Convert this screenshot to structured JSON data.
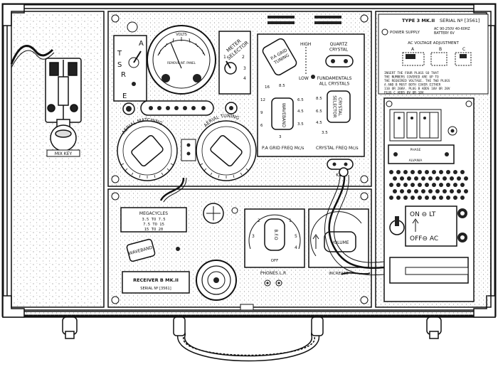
{
  "key_panel": {
    "plate": "MIX KEY"
  },
  "transmitter": {
    "switch_letters": [
      "A",
      "T",
      "S",
      "R",
      "E"
    ],
    "meter_title": "VOLTS",
    "meter_caption": "REMOVE INT. PANEL",
    "meter_selector": "METER\nSELECTOR",
    "meter_selector_numbers": [
      "1",
      "2",
      "3",
      "4"
    ],
    "aerial_matching": "AERIAL MATCHING",
    "aerial_tuning": "AERIAL TUNING",
    "grid_tuning": "P.A GRID\nTUNING",
    "high": "HIGH",
    "low": "LOW",
    "quartz_crystal": "QUARTZ\nCRYSTAL",
    "fundamentals": "FUNDAMENTALS\nALL CRYSTALS",
    "crystal_selector": "CRYSTAL\nSELECTOR",
    "waveband": "WAVEBAND",
    "pa_grid_freq": "P.A GRID FREQ Mc/s",
    "crystal_freq": "CRYSTAL FREQ Mc/s",
    "key_label": "KEY",
    "grid_scale": [
      "16",
      "8.5",
      "12",
      "6.5",
      "9",
      "4.5",
      "6",
      "3.5",
      "3"
    ],
    "crystal_scale": [
      "8.5",
      "6.5",
      "4.5",
      "3.5"
    ]
  },
  "power_panel": {
    "title": "TYPE 3 MK.II",
    "serial": "SERIAL Nº [3561]",
    "power_supply": "POWER SUPPLY",
    "supply_values": "AC 90-250V 40-60HZ\nBATTERY 6V",
    "adjustment": "AC VOLTAGE ADJUSTMENT",
    "plug_letters": [
      "A",
      "B",
      "C"
    ],
    "instructions": "INSERT THE FOUR PLUGS SO THAT\nTHE NUMBERS COVERED ARE UP TO\nTHE REQUIRED VOLTAGE. THE TWO PLUGS\nA AND B MUST BOTH COVER EITHER\n110 OR 200V. PLUG B ADDS 10V OR 20V\nPLUG C ADDS 0V OR 10V",
    "vibrator_top": "PHASE",
    "vibrator_bottom": "ALVANIA",
    "on_lt": "ON ⊖ LT",
    "off_ac": "OFF⊖ AC"
  },
  "receiver": {
    "megacycles": "MEGACYCLES",
    "band_rows": [
      "3.5  TO  7.5",
      "7.5  TO  15",
      "15   TO  20"
    ],
    "waveband": "WAVEBAND",
    "name": "RECEIVER B MK.II",
    "serial": "SERIAL Nº [3561]",
    "bfo": "B.F.O",
    "bfo_numbers": [
      "1",
      "2",
      "3",
      "4",
      "5"
    ],
    "off": "OFF",
    "phones": "PHONES L.R",
    "volume": "VOLUME",
    "increase": "INCREASE"
  }
}
